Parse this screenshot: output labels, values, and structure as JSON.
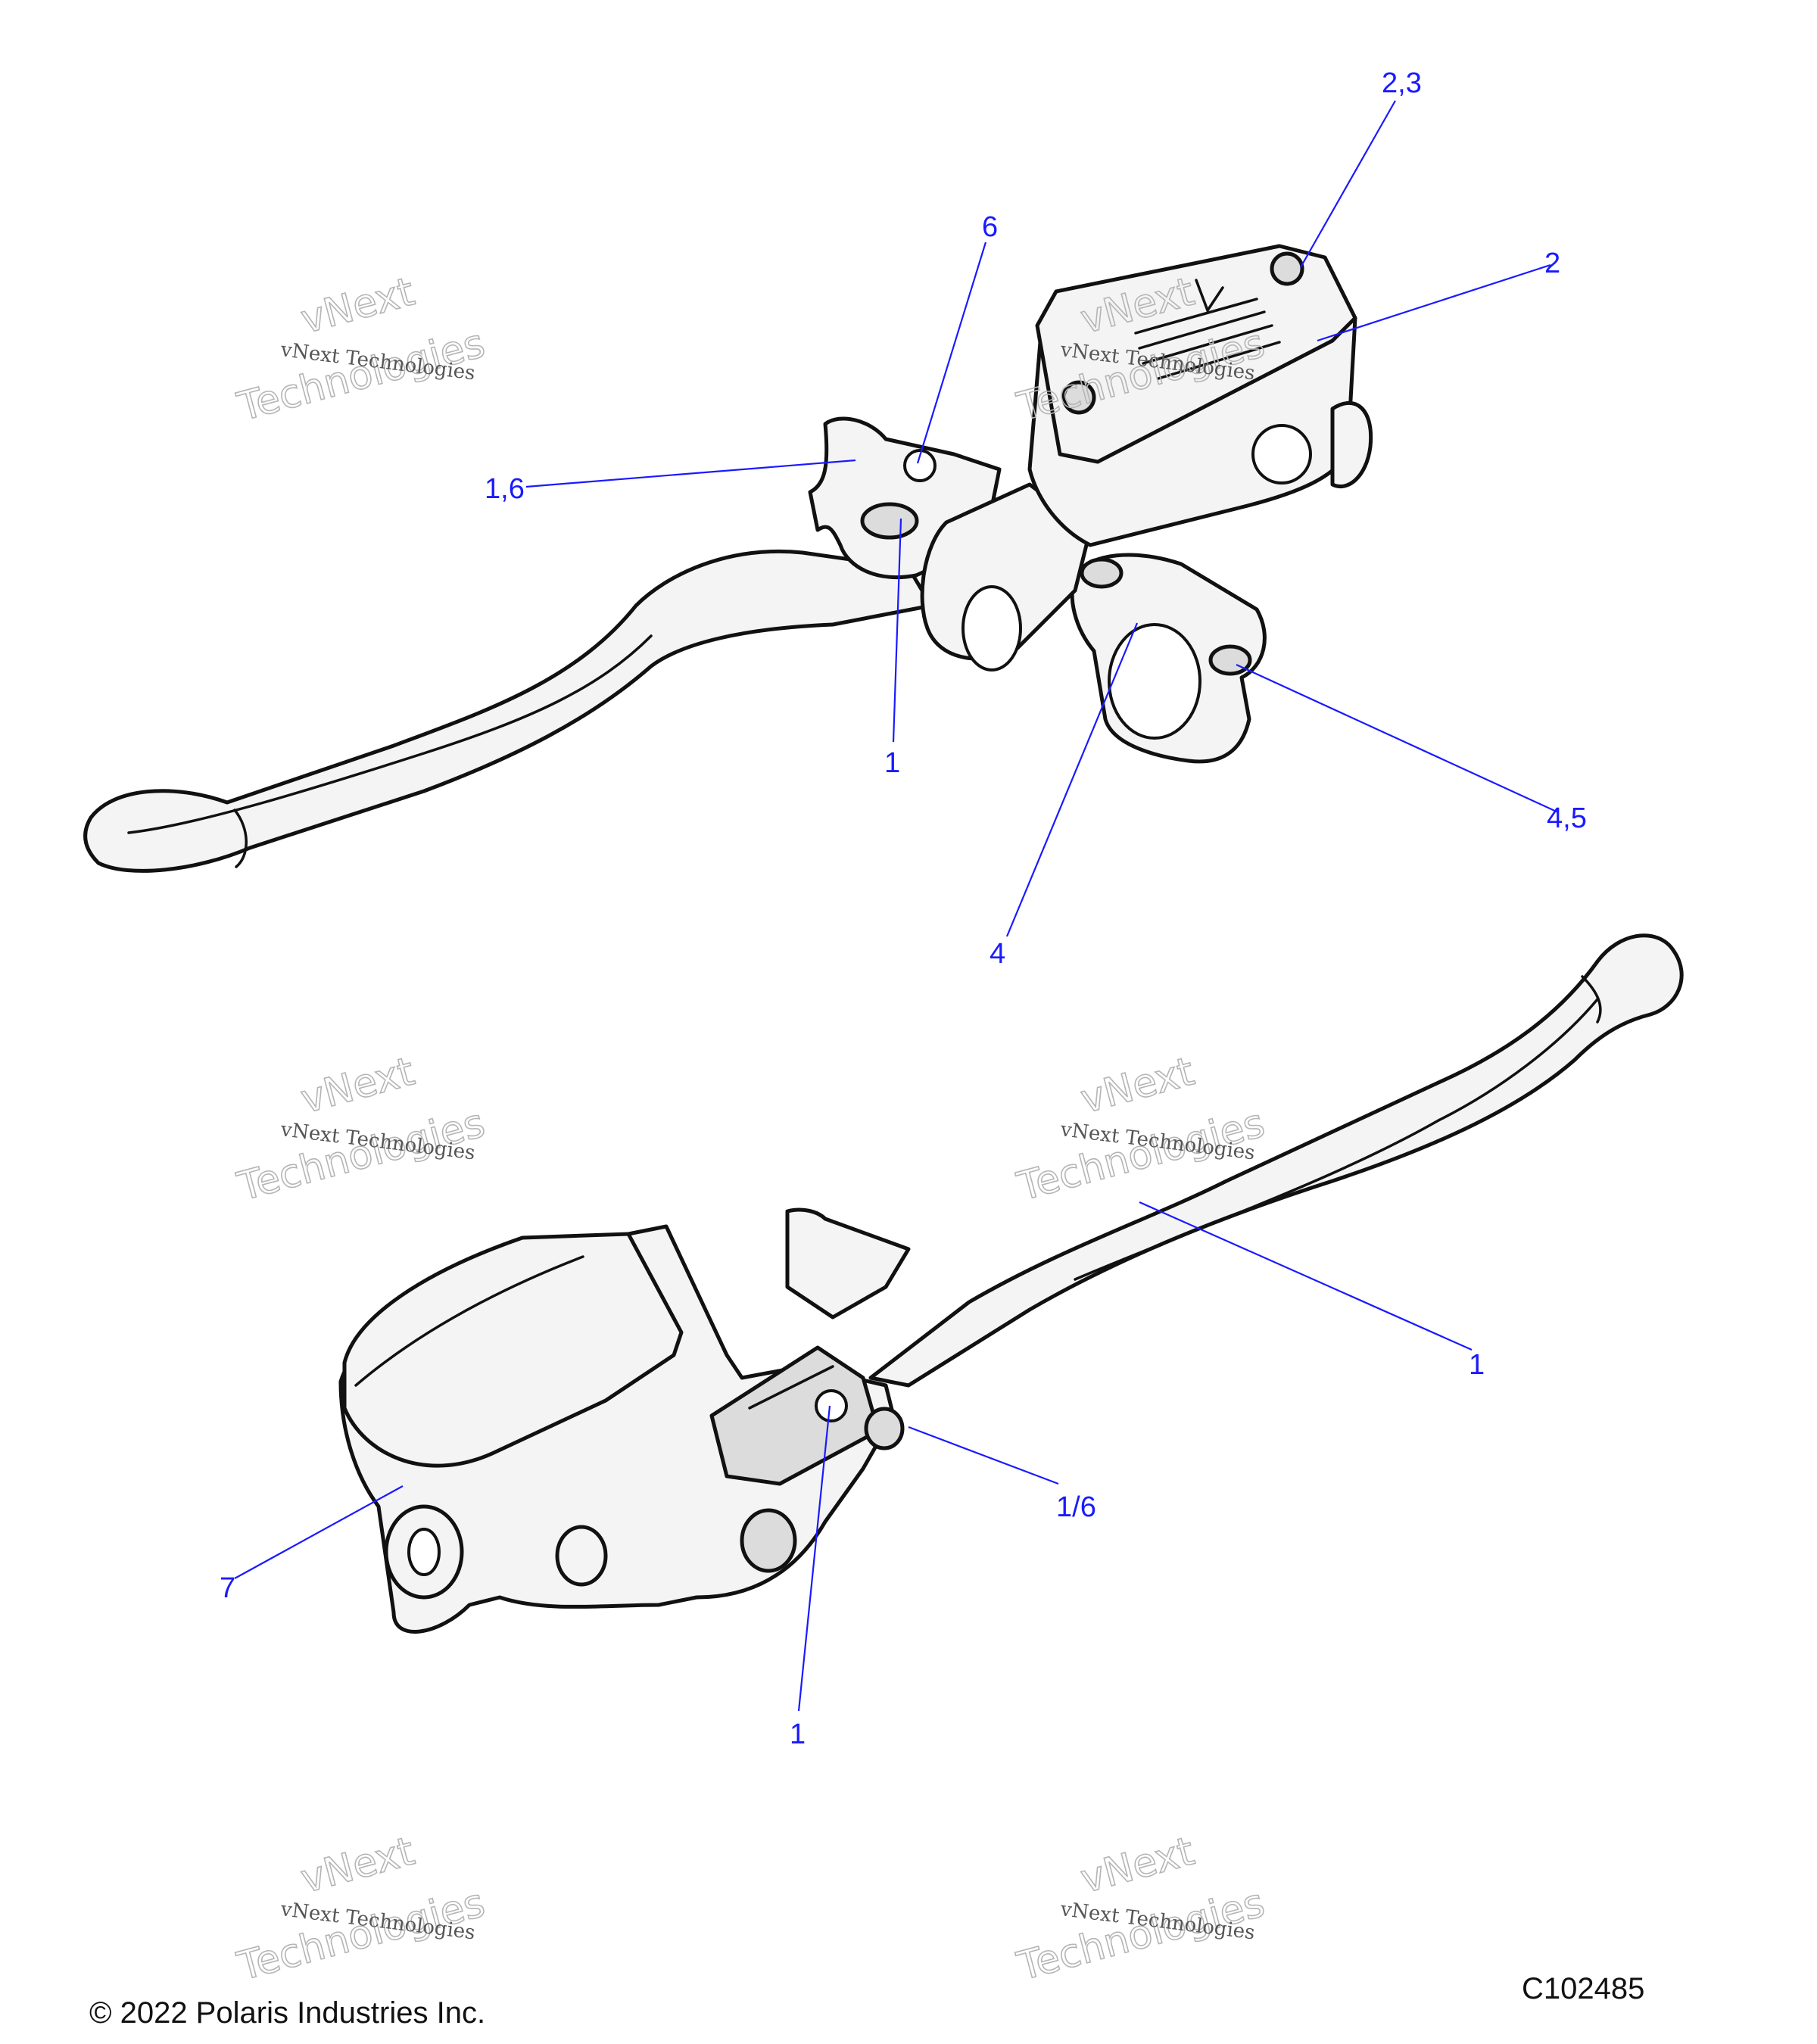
{
  "diagram": {
    "callouts_upper": [
      {
        "id": "c-2-3",
        "text": "2,3"
      },
      {
        "id": "c-6",
        "text": "6"
      },
      {
        "id": "c-2",
        "text": "2"
      },
      {
        "id": "c-1-6",
        "text": "1,6"
      },
      {
        "id": "c-1-a",
        "text": "1"
      },
      {
        "id": "c-4-5",
        "text": "4,5"
      },
      {
        "id": "c-4",
        "text": "4"
      }
    ],
    "callouts_lower": [
      {
        "id": "c-1-b",
        "text": "1"
      },
      {
        "id": "c-1slash6",
        "text": "1/6"
      },
      {
        "id": "c-7",
        "text": "7"
      },
      {
        "id": "c-1-c",
        "text": "1"
      }
    ]
  },
  "watermark": {
    "small": "vNext Technologies",
    "outline_line1": "vNext",
    "outline_line2": "Technologies"
  },
  "footer": {
    "copyright": "© 2022 Polaris Industries Inc.",
    "figure_code": "C102485"
  },
  "colors": {
    "callout": "#1a1aff",
    "outline": "#111111",
    "part_fill": "#f4f4f4"
  }
}
